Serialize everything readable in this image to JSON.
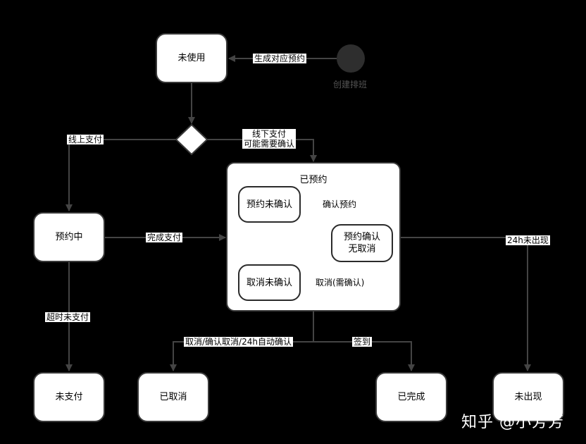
{
  "states": {
    "unused": "未使用",
    "reserving": "预约中",
    "unpaid": "未支付",
    "cancelled": "已取消",
    "completed": "已完成",
    "no_show": "未出现"
  },
  "reserved_group": {
    "title": "已预约",
    "unconfirmed": "预约未确认",
    "confirmed_line1": "预约确认",
    "confirmed_line2": "无取消",
    "cancel_unconfirmed": "取消未确认"
  },
  "start_node": {
    "label": "创建排班"
  },
  "edges": {
    "generate": "生成对应预约",
    "online_pay": "线上支付",
    "offline_pay_line1": "线下支付",
    "offline_pay_line2": "可能需要确认",
    "finish_pay": "完成支付",
    "confirm_reservation": "确认预约",
    "cancel_need_confirm": "取消(需确认)",
    "timeout_unpaid": "超时未支付",
    "no_show_24h": "24h未出现",
    "cancel_auto": "取消/确认取消/24h自动确认",
    "sign_in": "签到"
  },
  "watermark": "知乎 @小芳芳",
  "colors": {
    "background": "#000000",
    "node_fill": "#ffffff",
    "edge": "#444444"
  }
}
